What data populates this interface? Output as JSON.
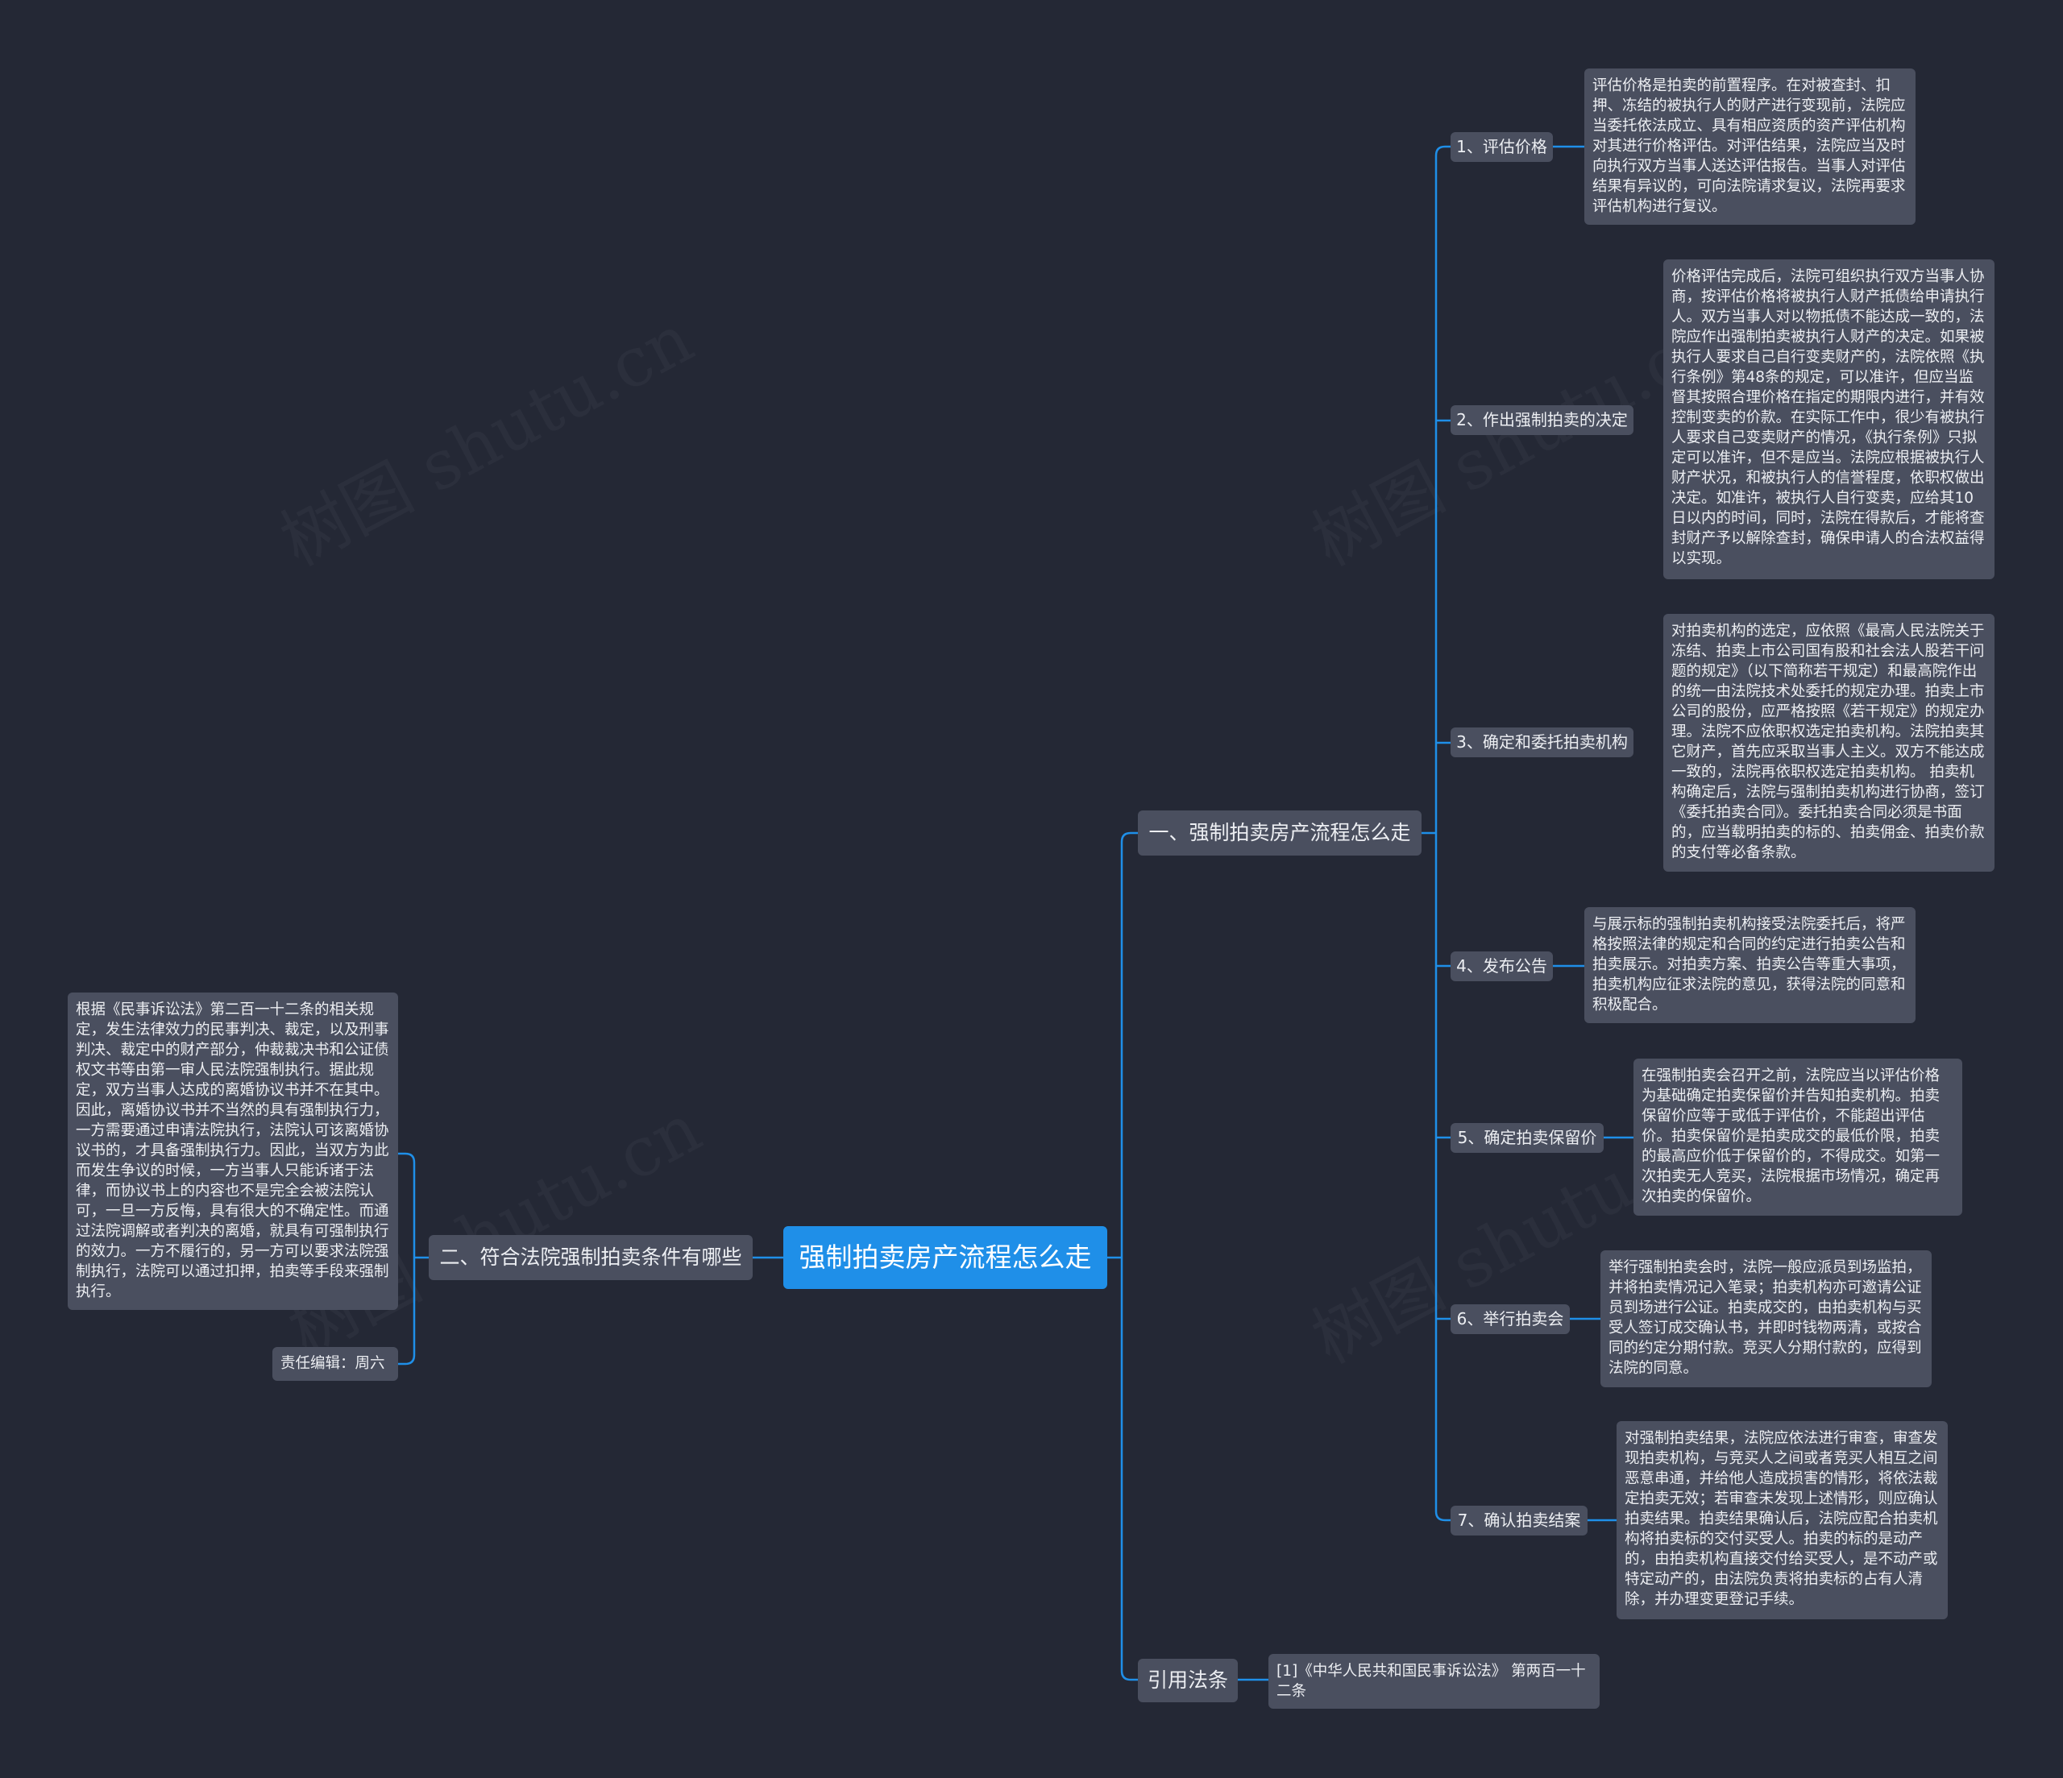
{
  "accent_color": "#1f8fe8",
  "line_color": "#1f8fe8",
  "background_color": "#242835",
  "watermark": "树图 shutu.cn",
  "root": {
    "label": "强制拍卖房产流程怎么走"
  },
  "branch1": {
    "label": "一、强制拍卖房产流程怎么走",
    "steps": [
      {
        "label": "1、评估价格",
        "detail": "评估价格是拍卖的前置程序。在对被查封、扣押、冻结的被执行人的财产进行变现前，法院应当委托依法成立、具有相应资质的资产评估机构对其进行价格评估。对评估结果，法院应当及时向执行双方当事人送达评估报告。当事人对评估结果有异议的，可向法院请求复议，法院再要求评估机构进行复议。"
      },
      {
        "label": "2、作出强制拍卖的决定",
        "detail": "价格评估完成后，法院可组织执行双方当事人协商，按评估价格将被执行人财产抵债给申请执行人。双方当事人对以物抵债不能达成一致的，法院应作出强制拍卖被执行人财产的决定。如果被执行人要求自己自行变卖财产的，法院依照《执行条例》第48条的规定，可以准许，但应当监督其按照合理价格在指定的期限内进行，并有效控制变卖的价款。在实际工作中，很少有被执行人要求自己变卖财产的情况，《执行条例》只拟定可以准许，但不是应当。法院应根据被执行人财产状况，和被执行人的信誉程度，依职权做出决定。如准许，被执行人自行变卖，应给其10日以内的时间，同时，法院在得款后，才能将查封财产予以解除查封，确保申请人的合法权益得以实现。"
      },
      {
        "label": "3、确定和委托拍卖机构",
        "detail": "对拍卖机构的选定，应依照《最高人民法院关于冻结、拍卖上市公司国有股和社会法人股若干问题的规定》（以下简称若干规定）和最高院作出的统一由法院技术处委托的规定办理。拍卖上市公司的股份，应严格按照《若干规定》的规定办理。法院不应依职权选定拍卖机构。法院拍卖其它财产，首先应采取当事人主义。双方不能达成一致的，法院再依职权选定拍卖机构。 拍卖机构确定后，法院与强制拍卖机构进行协商，签订《委托拍卖合同》。委托拍卖合同必须是书面的，应当载明拍卖的标的、拍卖佣金、拍卖价款的支付等必备条款。"
      },
      {
        "label": "4、发布公告",
        "detail": "与展示标的强制拍卖机构接受法院委托后，将严格按照法律的规定和合同的约定进行拍卖公告和拍卖展示。对拍卖方案、拍卖公告等重大事项，拍卖机构应征求法院的意见，获得法院的同意和积极配合。"
      },
      {
        "label": "5、确定拍卖保留价",
        "detail": "在强制拍卖会召开之前，法院应当以评估价格为基础确定拍卖保留价并告知拍卖机构。拍卖保留价应等于或低于评估价，不能超出评估价。拍卖保留价是拍卖成交的最低价限，拍卖的最高应价低于保留价的，不得成交。如第一次拍卖无人竞买，法院根据市场情况，确定再次拍卖的保留价。"
      },
      {
        "label": "6、举行拍卖会",
        "detail": "举行强制拍卖会时，法院一般应派员到场监拍，并将拍卖情况记入笔录；拍卖机构亦可邀请公证员到场进行公证。拍卖成交的，由拍卖机构与买受人签订成交确认书，并即时钱物两清，或按合同的约定分期付款。竞买人分期付款的，应得到法院的同意。"
      },
      {
        "label": "7、确认拍卖结案",
        "detail": "对强制拍卖结果，法院应依法进行审查，审查发现拍卖机构，与竞买人之间或者竞买人相互之间恶意串通，并给他人造成损害的情形，将依法裁定拍卖无效；若审查未发现上述情形，则应确认拍卖结果。拍卖结果确认后，法院应配合拍卖机构将拍卖标的交付买受人。拍卖的标的是动产的，由拍卖机构直接交付给买受人，是不动产或特定动产的，由法院负责将拍卖标的占有人清除，并办理变更登记手续。"
      }
    ]
  },
  "branch2": {
    "label": "二、符合法院强制拍卖条件有哪些",
    "detail": "根据《民事诉讼法》第二百一十二条的相关规定，发生法律效力的民事判决、裁定，以及刑事判决、裁定中的财产部分，仲裁裁决书和公证债权文书等由第一审人民法院强制执行。据此规定，双方当事人达成的离婚协议书并不在其中。因此，离婚协议书并不当然的具有强制执行力，一方需要通过申请法院执行，法院认可该离婚协议书的，才具备强制执行力。因此，当双方为此而发生争议的时候，一方当事人只能诉诸于法律，而协议书上的内容也不是完全会被法院认可，一旦一方反悔，具有很大的不确定性。而通过法院调解或者判决的离婚，就具有可强制执行的效力。一方不履行的，另一方可以要求法院强制执行，法院可以通过扣押，拍卖等手段来强制执行。",
    "editor": "责任编辑：周六"
  },
  "branch3": {
    "label": "引用法条",
    "detail": "[1]《中华人民共和国民事诉讼法》 第两百一十二条"
  }
}
